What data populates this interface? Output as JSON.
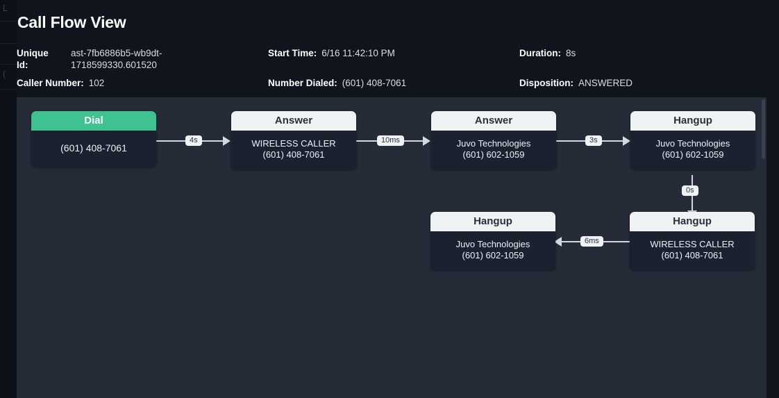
{
  "page": {
    "title": "Call Flow View",
    "background": "#10141d",
    "canvas_background": "#252b37"
  },
  "ghost": {
    "glyph_a": "L",
    "glyph_b": "("
  },
  "meta": {
    "unique_id": {
      "label": "Unique\nId:",
      "value": "ast-7fb6886b5-wb9dt-\n1718599330.601520"
    },
    "caller_number": {
      "label": "Caller Number:",
      "value": "102"
    },
    "start_time": {
      "label": "Start Time:",
      "value": "6/16 11:42:10 PM"
    },
    "number_dialed": {
      "label": "Number Dialed:",
      "value": "(601) 408-7061"
    },
    "duration": {
      "label": "Duration:",
      "value": "8s"
    },
    "disposition": {
      "label": "Disposition:",
      "value": "ANSWERED"
    }
  },
  "flow": {
    "accent_color": "#3ec28f",
    "nodes": [
      {
        "id": "n1",
        "header": "Dial",
        "body": "(601) 408-7061"
      },
      {
        "id": "n2",
        "header": "Answer",
        "body": "WIRELESS CALLER\n(601) 408-7061"
      },
      {
        "id": "n3",
        "header": "Answer",
        "body": "Juvo Technologies\n(601) 602-1059"
      },
      {
        "id": "n4",
        "header": "Hangup",
        "body": "Juvo Technologies\n(601) 602-1059"
      },
      {
        "id": "n5",
        "header": "Hangup",
        "body": "WIRELESS CALLER\n(601) 408-7061"
      },
      {
        "id": "n6",
        "header": "Hangup",
        "body": "Juvo Technologies\n(601) 602-1059"
      }
    ],
    "edges": [
      {
        "id": "e1",
        "label": "4s"
      },
      {
        "id": "e2",
        "label": "10ms"
      },
      {
        "id": "e3",
        "label": "3s"
      },
      {
        "id": "e4",
        "label": "0s"
      },
      {
        "id": "e5",
        "label": "6ms"
      }
    ]
  }
}
